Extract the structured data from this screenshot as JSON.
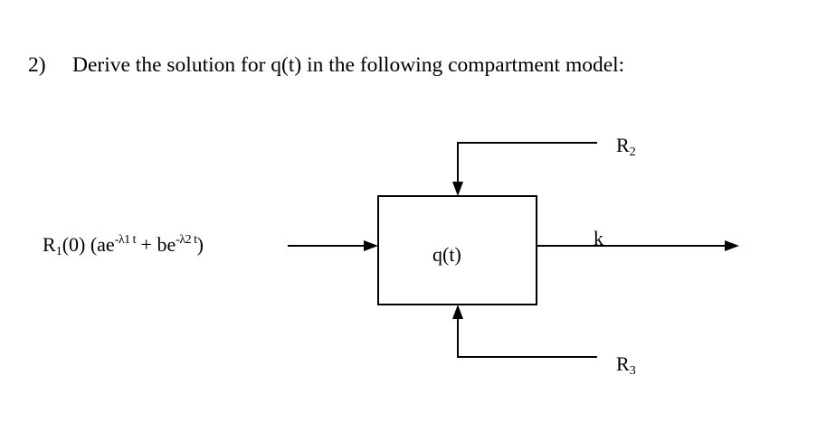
{
  "question": {
    "number": "2)",
    "text": "Derive the solution for q(t) in the following compartment model:"
  },
  "diagram": {
    "compartment_label": "q(t)",
    "input": {
      "r1_prefix": "R",
      "r1_sub": "1",
      "arg": "(0) (ae",
      "exp1": "-λ1 t",
      "plus": " + be",
      "exp2": "-λ2 t",
      "close": ")"
    },
    "output_rate": "k",
    "top_input": {
      "letter": "R",
      "sub": "2"
    },
    "bottom_input": {
      "letter": "R",
      "sub": "3"
    }
  }
}
